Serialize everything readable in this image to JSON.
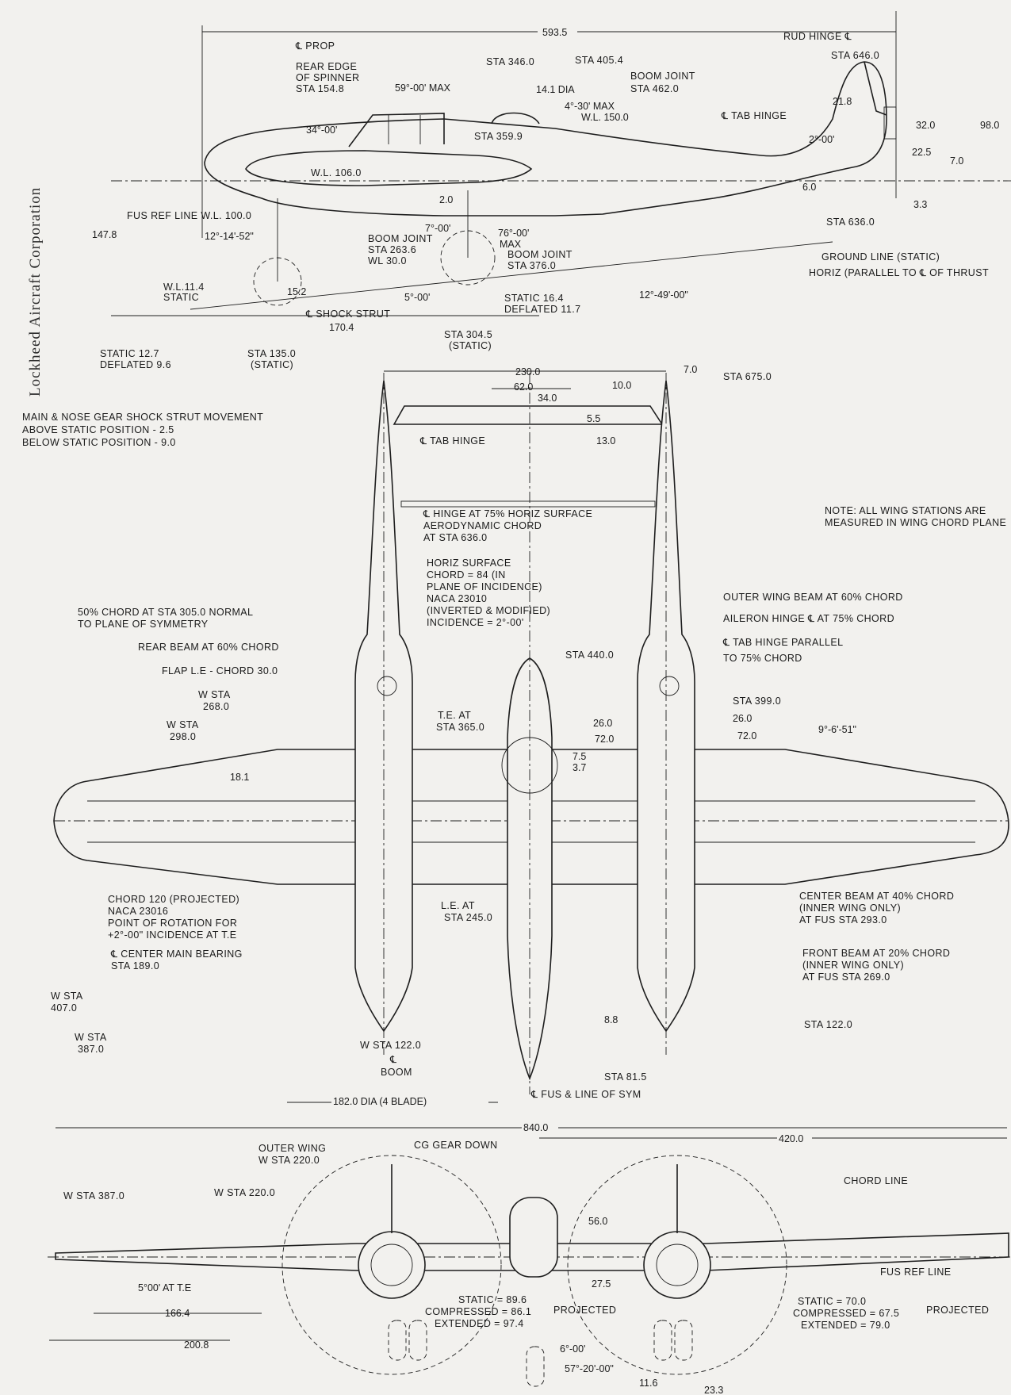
{
  "company": "Lockheed Aircraft Corporation",
  "side_view": {
    "overall_length": "593.5",
    "cl_prop": "℄ PROP",
    "spinner": [
      "REAR EDGE",
      "OF SPINNER",
      "STA 154.8"
    ],
    "sta_3460": "STA 346.0",
    "sta_4054": "STA 405.4",
    "rud_hinge": "RUD HINGE ℄",
    "sta_6460": "STA 646.0",
    "boom_joint_462": [
      "BOOM JOINT",
      "STA 462.0"
    ],
    "angle_59": "59°-00' MAX",
    "dia_141": "14.1 DIA",
    "angle_4_30": "4°-30' MAX",
    "wl_150": "W.L. 150.0",
    "angle_34": "34°-00'",
    "sta_3599": "STA 359.9",
    "tab_hinge": "℄ TAB HINGE",
    "d_218": "21.8",
    "d_320": "32.0",
    "d_980": "98.0",
    "angle_2": "2°-00'",
    "d_225": "22.5",
    "d_70": "7.0",
    "d_60": "6.0",
    "d_33": "3.3",
    "wl_106": "W.L. 106.0",
    "d_20": "2.0",
    "fus_ref": "FUS REF LINE W.L. 100.0",
    "d_1478": "147.8",
    "angle_12_14": "12°-14'-52\"",
    "angle_7": "7°-00'",
    "angle_76": "76°-00'",
    "max": "MAX",
    "boom_joint_2636": [
      "BOOM JOINT",
      "STA 263.6",
      "WL 30.0"
    ],
    "boom_joint_376": [
      "BOOM JOINT",
      "STA 376.0"
    ],
    "sta_6360": "STA 636.0",
    "ground_line": "GROUND LINE (STATIC)",
    "horiz": "HORIZ (PARALLEL TO ℄ OF THRUST",
    "wl_114": [
      "W.L.11.4",
      "STATIC"
    ],
    "d_152": "15.2",
    "angle_5": "5°-00'",
    "main_static": [
      "STATIC    16.4",
      "DEFLATED 11.7"
    ],
    "angle_12_49": "12°-49'-00\"",
    "shock_strut": "℄ SHOCK STRUT",
    "d_1704": "170.4",
    "sta_3045": [
      "STA 304.5",
      "(STATIC)"
    ],
    "nose_static": [
      "STATIC    12.7",
      "DEFLATED 9.6"
    ],
    "sta_1350": [
      "STA 135.0",
      "(STATIC)"
    ]
  },
  "gear_note": [
    "MAIN & NOSE GEAR SHOCK STRUT MOVEMENT",
    "ABOVE STATIC POSITION - 2.5",
    "BELOW STATIC POSITION - 9.0"
  ],
  "plan_view": {
    "d_2300": "230.0",
    "d_620": "62.0",
    "d_340": "34.0",
    "d_100": "10.0",
    "d_70": "7.0",
    "sta_6750": "STA 675.0",
    "d_55": "5.5",
    "d_130": "13.0",
    "tab_hinge": "℄ TAB HINGE",
    "wing_note": [
      "NOTE: ALL WING STATIONS ARE",
      "MEASURED IN WING CHORD PLANE"
    ],
    "hinge_note": [
      "℄ HINGE AT 75% HORIZ SURFACE",
      "AERODYNAMIC CHORD",
      "AT STA 636.0"
    ],
    "horiz_surface": [
      "HORIZ SURFACE",
      "CHORD = 84 (IN",
      "PLANE OF INCIDENCE)",
      "NACA 23010",
      "(INVERTED & MODIFIED)",
      "INCIDENCE = 2°-00'"
    ],
    "outer_beam": "OUTER WING BEAM AT 60% CHORD",
    "aileron_hinge": "AILERON HINGE ℄ AT 75% CHORD",
    "tab_parallel": [
      "℄ TAB HINGE PARALLEL",
      "TO 75% CHORD"
    ],
    "chord_50": [
      "50% CHORD AT STA  305.0 NORMAL",
      "TO PLANE  OF  SYMMETRY"
    ],
    "rear_beam": "REAR BEAM AT 60% CHORD",
    "flap_le": "FLAP L.E - CHORD 30.0",
    "sta_4400": "STA 440.0",
    "w_sta_268": [
      "W STA",
      "268.0"
    ],
    "w_sta_298": [
      "W STA",
      "298.0"
    ],
    "te_at": [
      "T.E. AT",
      "STA 365.0"
    ],
    "sta_3990": "STA 399.0",
    "d_260a": "26.0",
    "d_260b": "26.0",
    "d_720a": "72.0",
    "d_720b": "72.0",
    "d_75": "7.5",
    "d_37": "3.7",
    "angle_9_6": "9°-6'-51\"",
    "d_181": "18.1",
    "chord_120": [
      "CHORD 120 (PROJECTED)",
      "NACA  23016",
      "POINT OF ROTATION FOR",
      "+2°-00\" INCIDENCE AT T.E"
    ],
    "le_at": [
      "L.E. AT",
      "STA 245.0"
    ],
    "center_beam": [
      "CENTER BEAM AT 40% CHORD",
      "(INNER WING ONLY)",
      "AT FUS STA 293.0"
    ],
    "main_bearing": [
      "℄ CENTER MAIN BEARING",
      "STA 189.0"
    ],
    "front_beam": [
      "FRONT BEAM AT 20%   CHORD",
      "(INNER WING ONLY)",
      "AT FUS STA 269.0"
    ],
    "w_sta_407": [
      "W STA",
      "407.0"
    ],
    "w_sta_387": [
      "W STA",
      "387.0"
    ],
    "d_88": "8.8",
    "sta_1220": "STA  122.0",
    "w_sta_122": "W STA  122.0",
    "boom": [
      "℄",
      "BOOM"
    ],
    "sta_815": "STA  81.5",
    "prop_dia": "182.0 DIA (4 BLADE)",
    "fus_sym": "℄ FUS & LINE OF SYM"
  },
  "front_view": {
    "span": "840.0",
    "half_span": "420.0",
    "outer_wing": [
      "OUTER WING",
      "W STA 220.0"
    ],
    "cg_gear": "CG GEAR DOWN",
    "w_sta_387": "W STA 387.0",
    "w_sta_220": "W STA 220.0",
    "chord_line": "CHORD LINE",
    "d_560": "56.0",
    "fus_ref": "FUS REF LINE",
    "angle_5_te": "5°00' AT T.E",
    "d_275": "27.5",
    "d_1664": "166.4",
    "main_gear": [
      "STATIC = 89.6",
      "COMPRESSED = 86.1",
      "EXTENDED = 97.4"
    ],
    "projected_a": "PROJECTED",
    "nose_gear": [
      "STATIC = 70.0",
      "COMPRESSED = 67.5",
      "EXTENDED = 79.0"
    ],
    "projected_b": "PROJECTED",
    "d_2008": "200.8",
    "angle_6": "6°-00'",
    "angle_57": "57°-20'-00\"",
    "d_116": "11.6",
    "d_233": "23.3"
  }
}
